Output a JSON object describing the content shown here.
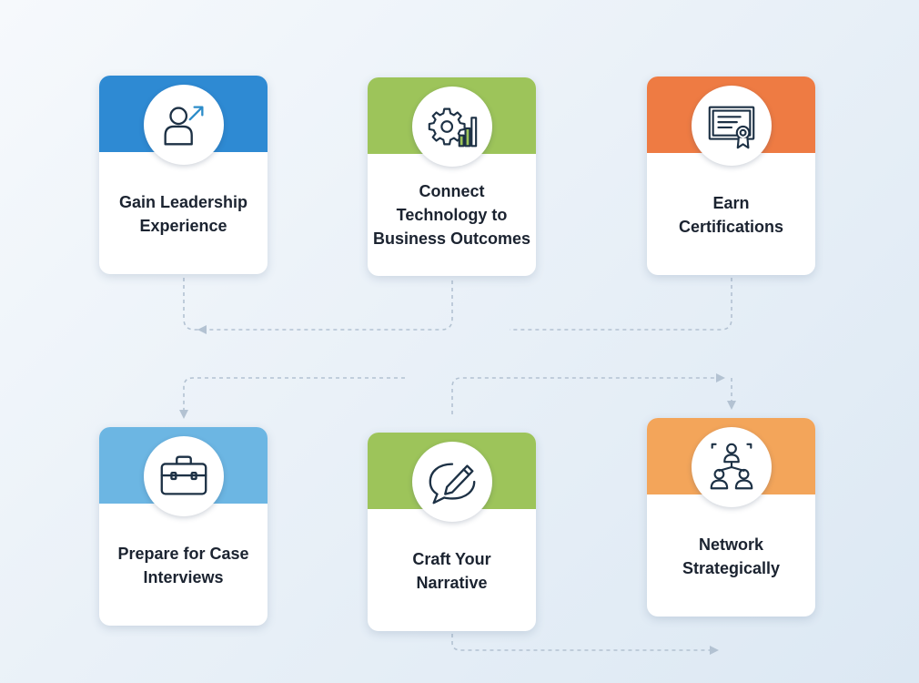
{
  "colors": {
    "blue_dark": "#2e8ad3",
    "green": "#9dc45a",
    "orange": "#ee7b43",
    "blue_light": "#6cb6e3",
    "orange_light": "#f3a55a",
    "icon_stroke": "#1d3145",
    "icon_accent": "#2c8cc9",
    "connector": "#b3c2d2"
  },
  "steps": [
    {
      "label_lines": [
        "Gain Leadership",
        "Experience"
      ],
      "icon": "person-growth-icon",
      "band_color": "#2e8ad3"
    },
    {
      "label_lines": [
        "Connect",
        "Technology to",
        "Business Outcomes"
      ],
      "icon": "gear-chart-icon",
      "band_color": "#9dc45a"
    },
    {
      "label_lines": [
        "Earn",
        "Certifications"
      ],
      "icon": "certificate-icon",
      "band_color": "#ee7b43"
    },
    {
      "label_lines": [
        "Prepare for Case",
        "Interviews"
      ],
      "icon": "briefcase-icon",
      "band_color": "#6cb6e3"
    },
    {
      "label_lines": [
        "Craft Your",
        "Narrative"
      ],
      "icon": "speech-pen-icon",
      "band_color": "#9dc45a"
    },
    {
      "label_lines": [
        "Network",
        "Strategically"
      ],
      "icon": "network-icon",
      "band_color": "#f3a55a"
    }
  ]
}
